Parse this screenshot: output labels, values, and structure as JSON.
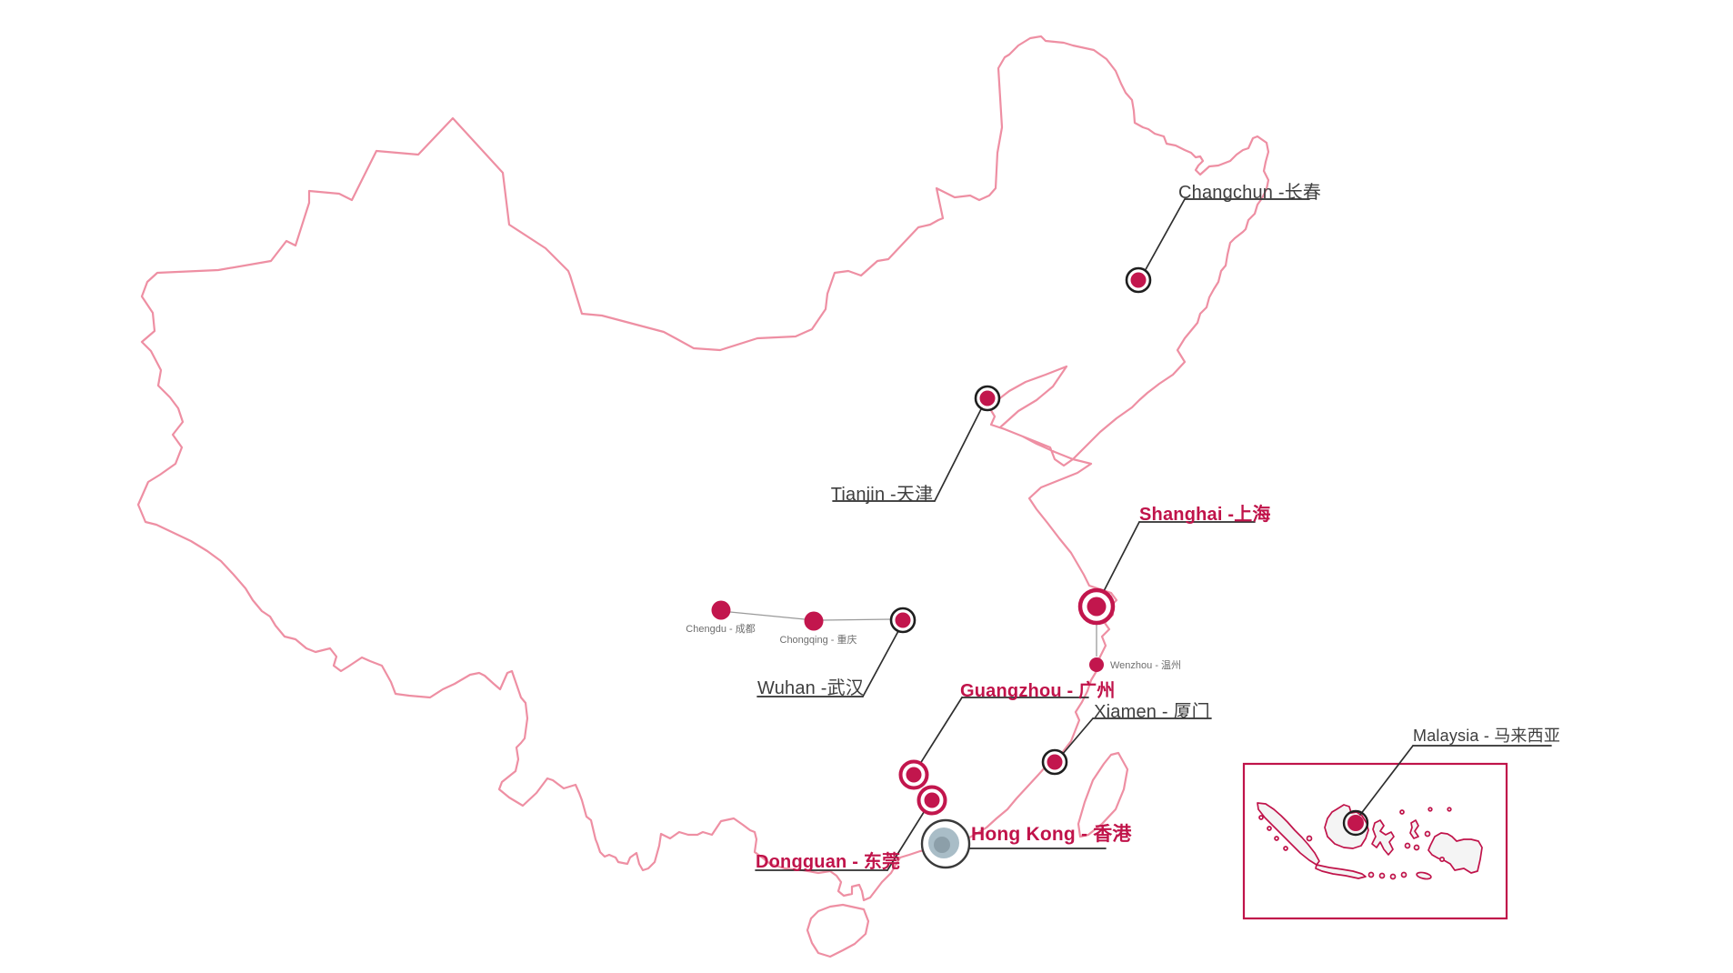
{
  "title": "China and Malaysia locations map",
  "colors": {
    "background": "#ffffff",
    "outline_pink": "#ee8fa3",
    "crimson": "#c0134a",
    "label_dark": "#3e3e3e",
    "label_gray": "#6e6e6e",
    "leader_dark": "#2f2f2f",
    "hk_ring": "#3a3a3a",
    "hk_mid": "#a9bdc7",
    "hk_core": "#8c9fa9"
  },
  "cities": {
    "changchun": {
      "label": "Changchun -长春"
    },
    "tianjin": {
      "label": "Tianjin -天津"
    },
    "shanghai": {
      "label": "Shanghai -上海"
    },
    "wuhan": {
      "label": "Wuhan -武汉"
    },
    "chengdu": {
      "label": "Chengdu - 成都"
    },
    "chongqing": {
      "label": "Chongqing - 重庆"
    },
    "wenzhou": {
      "label": "Wenzhou - 温州"
    },
    "guangzhou": {
      "label": "Guangzhou - 广州"
    },
    "xiamen": {
      "label": "Xiamen - 厦门"
    },
    "dongguan": {
      "label": "Dongguan - 东莞"
    },
    "hongkong": {
      "label": "Hong Kong - 香港"
    },
    "malaysia": {
      "label": "Malaysia - 马来西亚"
    }
  }
}
